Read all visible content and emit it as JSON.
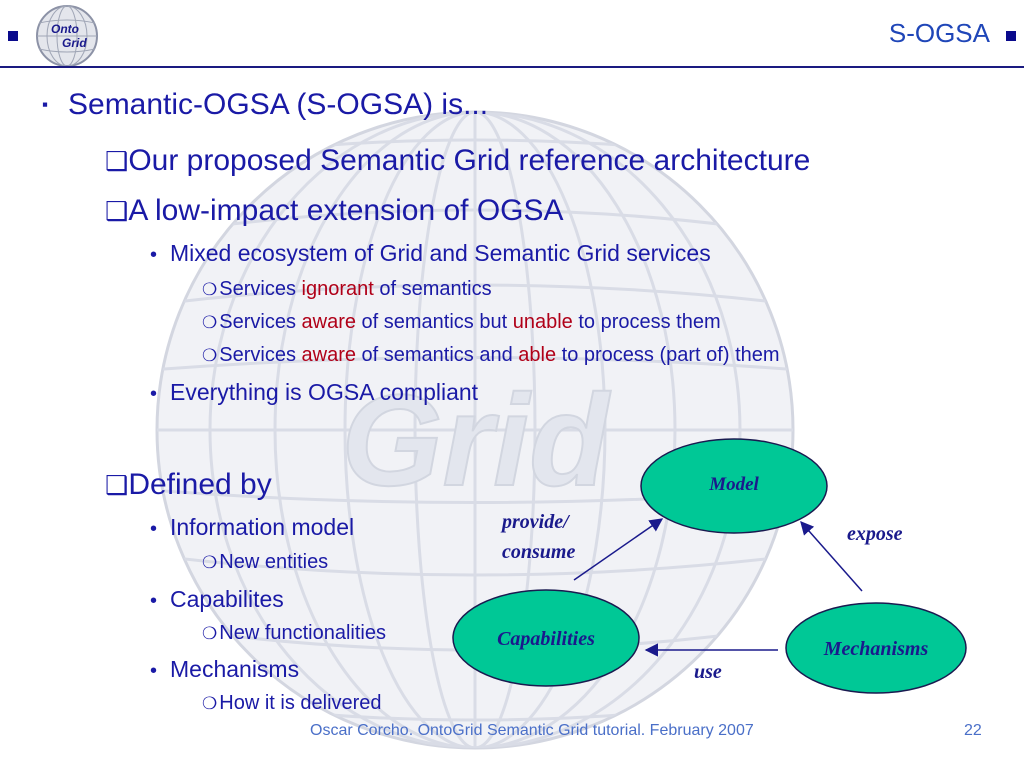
{
  "header": {
    "title": "S-OGSA",
    "logo_text": [
      "Onto",
      "Grid"
    ],
    "logo_icon": "ontogrid-globe-logo",
    "accent_color": "#0a0a8c"
  },
  "watermark": {
    "text": "Grid",
    "icon": "wireframe-globe-watermark"
  },
  "bullets": {
    "b0": "Semantic-OGSA (S-OGSA) is...",
    "b1": "Our proposed Semantic Grid reference architecture",
    "b2": "A low-impact extension of OGSA",
    "b3": "Mixed ecosystem of Grid and Semantic Grid services",
    "b4": {
      "a": "Services ",
      "b": "ignorant",
      "c": " of semantics"
    },
    "b5": {
      "a": "Services ",
      "b": "aware",
      "c": " of semantics but ",
      "d": "unable",
      "e": " to process them"
    },
    "b6": {
      "a": "Services ",
      "b": "aware",
      "c": " of semantics and ",
      "d": "able",
      "e": " to process (part of) them"
    },
    "b7": "Everything is OGSA compliant",
    "b8": "Defined by",
    "b9": "Information model",
    "b10": "New entities",
    "b11": "Capabilites",
    "b12": "New functionalities",
    "b13": "Mechanisms",
    "b14": "How it is delivered"
  },
  "markers": {
    "square": "▪",
    "box": "❑",
    "dot": "•",
    "circle": "❍"
  },
  "diagram": {
    "nodes": {
      "model": "Model",
      "capabilities": "Capabilities",
      "mechanisms": "Mechanisms"
    },
    "edges": {
      "provide_consume": [
        "provide/",
        "consume"
      ],
      "expose": "expose",
      "use": "use"
    },
    "node_fill": "#00c896",
    "text_color": "#1a1a8c"
  },
  "footer": {
    "text": "Oscar Corcho. OntoGrid Semantic Grid tutorial. February 2007",
    "page": "22"
  },
  "colors": {
    "text": "#1a1aa6",
    "highlight": "#b00018",
    "footer": "#4a6fc8"
  }
}
